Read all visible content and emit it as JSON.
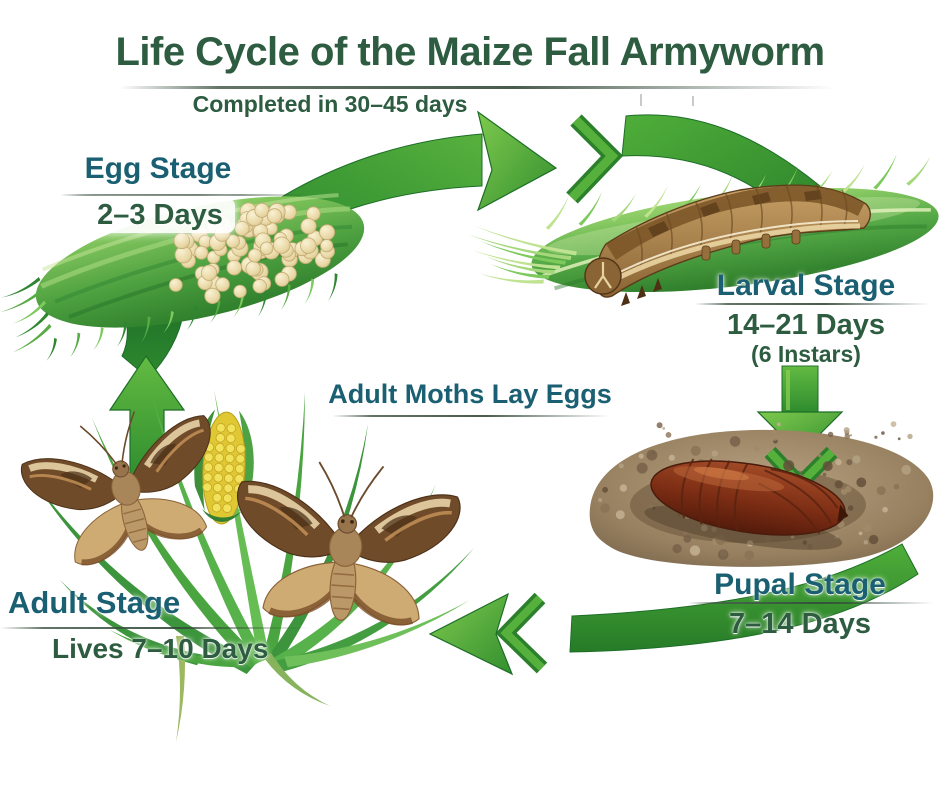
{
  "title": "Life Cycle of the Maize Fall Armyworm",
  "subtitle": "Completed in 30–45 days",
  "center_note": "Adult Moths Lay Eggs",
  "stages": {
    "egg": {
      "name": "Egg Stage",
      "duration": "2–3 Days"
    },
    "larval": {
      "name": "Larval Stage",
      "duration": "14–21 Days",
      "detail": "(6 Instars)"
    },
    "pupal": {
      "name": "Pupal Stage",
      "duration": "7–14 Days"
    },
    "adult": {
      "name": "Adult Stage",
      "duration": "Lives 7–10 Days"
    }
  },
  "colors": {
    "heading_green": "#2d5c40",
    "label_teal": "#1b6072",
    "arrow_green": "#3f9c35"
  },
  "illustrations": {
    "egg": "egg-cluster-on-maize-leaf",
    "larval": "caterpillar-on-maize-leaf",
    "pupal": "pupa-in-soil",
    "adult": "moths-on-maize-plant"
  }
}
